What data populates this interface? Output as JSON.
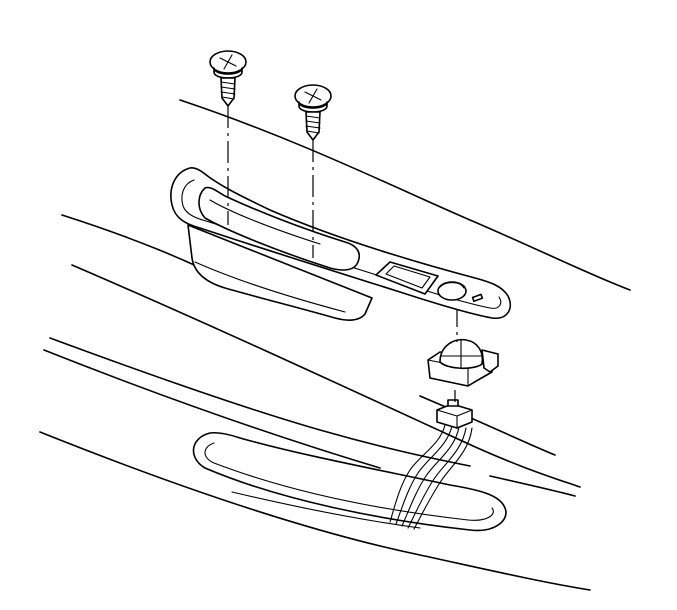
{
  "diagram": {
    "parts": [
      {
        "id": "screw-1",
        "icon": "phillips-screw-icon"
      },
      {
        "id": "screw-2",
        "icon": "phillips-screw-icon"
      },
      {
        "id": "switch-bezel",
        "icon": "door-trim-bezel-icon"
      },
      {
        "id": "lamp-socket",
        "icon": "courtesy-lamp-socket-icon"
      },
      {
        "id": "wiring-connector",
        "icon": "electrical-connector-icon"
      },
      {
        "id": "door-trim-panel",
        "icon": "door-panel-icon"
      },
      {
        "id": "trim-opening",
        "icon": "panel-opening-icon"
      }
    ],
    "colors": {
      "line": "#000000",
      "background": "#ffffff"
    }
  }
}
